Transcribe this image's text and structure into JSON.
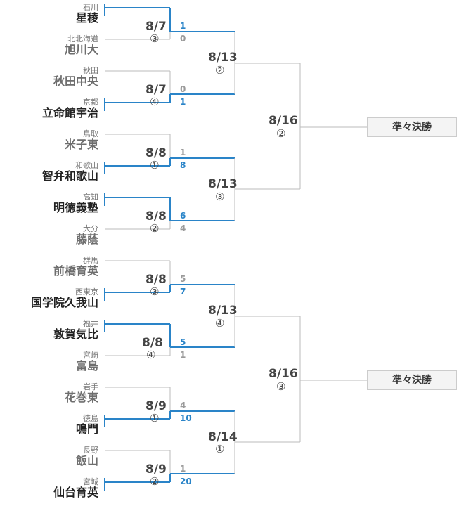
{
  "colors": {
    "winner_line": "#2a84c8",
    "bracket_line": "#bbbbbb"
  },
  "teams": [
    {
      "pref": "石川",
      "name": "星稜",
      "winner": true
    },
    {
      "pref": "北北海道",
      "name": "旭川大",
      "winner": false
    },
    {
      "pref": "秋田",
      "name": "秋田中央",
      "winner": false
    },
    {
      "pref": "京都",
      "name": "立命館宇治",
      "winner": true
    },
    {
      "pref": "鳥取",
      "name": "米子東",
      "winner": false
    },
    {
      "pref": "和歌山",
      "name": "智弁和歌山",
      "winner": true
    },
    {
      "pref": "高知",
      "name": "明徳義塾",
      "winner": true
    },
    {
      "pref": "大分",
      "name": "藤蔭",
      "winner": false
    },
    {
      "pref": "群馬",
      "name": "前橋育英",
      "winner": false
    },
    {
      "pref": "西東京",
      "name": "国学院久我山",
      "winner": true
    },
    {
      "pref": "福井",
      "name": "敦賀気比",
      "winner": true
    },
    {
      "pref": "宮崎",
      "name": "富島",
      "winner": false
    },
    {
      "pref": "岩手",
      "name": "花巻東",
      "winner": false
    },
    {
      "pref": "徳島",
      "name": "鳴門",
      "winner": true
    },
    {
      "pref": "長野",
      "name": "飯山",
      "winner": false
    },
    {
      "pref": "宮城",
      "name": "仙台育英",
      "winner": true
    }
  ],
  "first_round": [
    {
      "date": "8/7",
      "round": "③",
      "scores": [
        "1",
        "0"
      ]
    },
    {
      "date": "8/7",
      "round": "④",
      "scores": [
        "0",
        "1"
      ]
    },
    {
      "date": "8/8",
      "round": "①",
      "scores": [
        "1",
        "8"
      ]
    },
    {
      "date": "8/8",
      "round": "②",
      "scores": [
        "6",
        "4"
      ]
    },
    {
      "date": "8/8",
      "round": "③",
      "scores": [
        "5",
        "7"
      ]
    },
    {
      "date": "8/8",
      "round": "④",
      "scores": [
        "5",
        "1"
      ]
    },
    {
      "date": "8/9",
      "round": "①",
      "scores": [
        "4",
        "10"
      ]
    },
    {
      "date": "8/9",
      "round": "②",
      "scores": [
        "1",
        "20"
      ]
    }
  ],
  "second_round": [
    {
      "date": "8/13",
      "round": "②"
    },
    {
      "date": "8/13",
      "round": "③"
    },
    {
      "date": "8/13",
      "round": "④"
    },
    {
      "date": "8/14",
      "round": "①"
    }
  ],
  "third_round": [
    {
      "date": "8/16",
      "round": "②"
    },
    {
      "date": "8/16",
      "round": "③"
    }
  ],
  "quarterfinal_label": "準々決勝"
}
